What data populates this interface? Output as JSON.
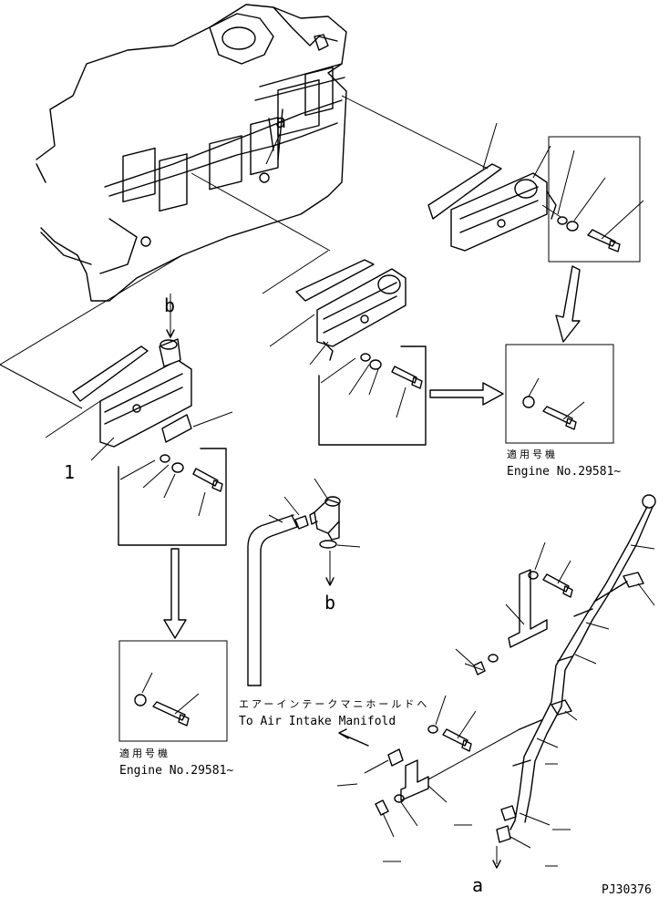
{
  "labels": {
    "a_top": "a",
    "b_top": "b",
    "b_bottom": "b",
    "a_bottom": "a",
    "item_1": "1"
  },
  "notes": {
    "applicable_jp_right": "適用号機",
    "engine_no_right": "Engine No.29581~",
    "applicable_jp_left": "適用号機",
    "engine_no_left": "Engine No.29581~",
    "air_intake_jp": "エアーインテークマニホールドへ",
    "air_intake_en": "To Air Intake Manifold"
  },
  "drawing_code": "PJ30376"
}
